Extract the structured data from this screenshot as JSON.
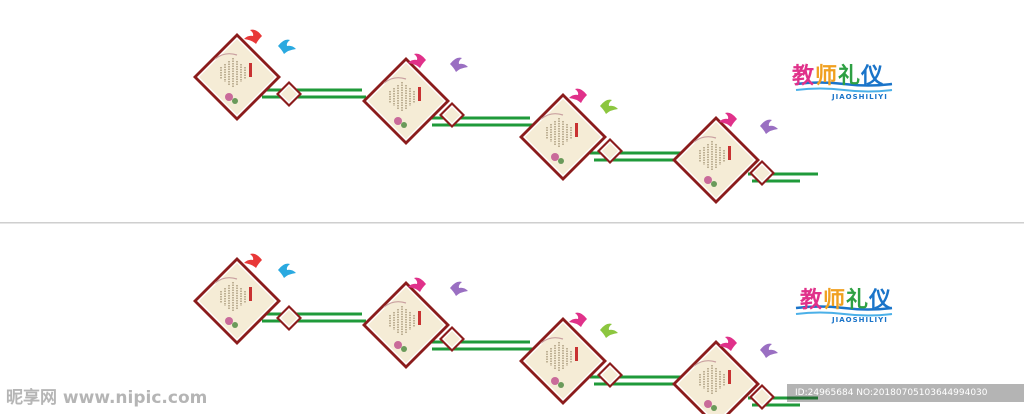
{
  "title": {
    "chars": [
      "教",
      "师",
      "礼",
      "仪"
    ],
    "colors": [
      "#e0318a",
      "#f0a020",
      "#2ea043",
      "#1a74c9"
    ],
    "pinyin": "JIAOSHILIYI"
  },
  "board": {
    "frame_color": "#8b1c1c",
    "paper_color": "#f5ecd6",
    "line_color": "#1f9a3a",
    "card_caption": "教师礼仪"
  },
  "birds": {
    "colors": [
      "#e83838",
      "#2aa9e0",
      "#e0318a",
      "#9a6fc2",
      "#e0318a",
      "#8cc63f",
      "#e0318a",
      "#9a6fc2"
    ]
  },
  "watermarks": {
    "left": "昵享网 www.nipic.com",
    "right": "ID:24965684 NO:20180705103644994030"
  }
}
